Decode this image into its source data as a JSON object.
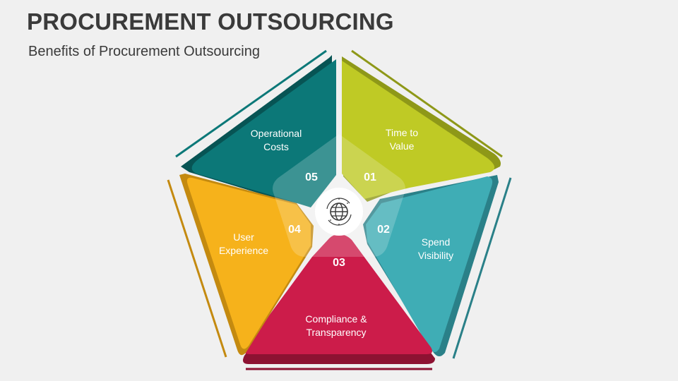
{
  "header": {
    "title": "PROCUREMENT OUTSOURCING",
    "subtitle": "Benefits of Procurement Outsourcing"
  },
  "center": {
    "icon": "globe-icon"
  },
  "segments": [
    {
      "number": "01",
      "label_lines": [
        "Time to",
        "Value"
      ],
      "color": "#bfca25",
      "shade": "#8e9818"
    },
    {
      "number": "02",
      "label_lines": [
        "Spend",
        "Visibility"
      ],
      "color": "#3fadb5",
      "shade": "#2a8088"
    },
    {
      "number": "03",
      "label_lines": [
        "Compliance &",
        "Transparency"
      ],
      "color": "#cc1c4a",
      "shade": "#8d1232"
    },
    {
      "number": "04",
      "label_lines": [
        "User",
        "Experience"
      ],
      "color": "#f6b21b",
      "shade": "#c48a10"
    },
    {
      "number": "05",
      "label_lines": [
        "Operational",
        "Costs"
      ],
      "color": "#0c7878",
      "shade": "#075454"
    }
  ],
  "colors": {
    "background": "#f0f0f0",
    "title": "#3a3a3a",
    "teal_line": "#0c7878",
    "lime_line": "#8e9818",
    "cyan_line": "#2a8088",
    "crimson_line": "#8d1232",
    "orange_line": "#c48a10"
  }
}
